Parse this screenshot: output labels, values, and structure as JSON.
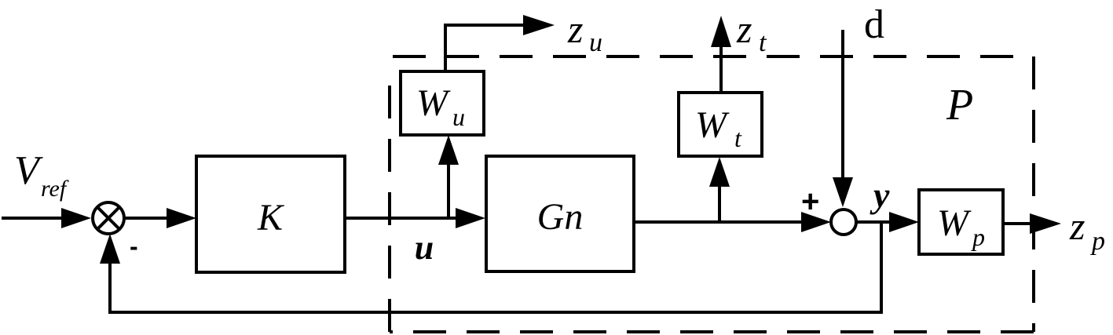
{
  "diagram": {
    "type": "control-block-diagram",
    "plant_boundary_label": "P",
    "blocks": {
      "controller": {
        "label": "K"
      },
      "nominal_plant": {
        "label": "Gn"
      },
      "weight_u": {
        "label": "W",
        "sub": "u"
      },
      "weight_t": {
        "label": "W",
        "sub": "t"
      },
      "weight_p": {
        "label": "W",
        "sub": "p"
      }
    },
    "signals": {
      "reference": {
        "label": "V",
        "sub": "ref"
      },
      "control": {
        "label": "u"
      },
      "output": {
        "label": "y"
      },
      "disturbance": {
        "label": "d"
      },
      "z_u": {
        "label": "z",
        "sub": "u"
      },
      "z_t": {
        "label": "z",
        "sub": "t"
      },
      "z_p": {
        "label": "z",
        "sub": "p"
      }
    },
    "junctions": {
      "error_sum": {
        "type": "multiplier-style summing junction",
        "feedback_sign": "-"
      },
      "disturbance_sum": {
        "type": "summing junction",
        "input_sign": "+"
      }
    },
    "edges": [
      {
        "from": "reference",
        "to": "error_sum"
      },
      {
        "from": "error_sum",
        "to": "controller"
      },
      {
        "from": "controller",
        "to": "nominal_plant",
        "signal": "u"
      },
      {
        "from": "control",
        "to": "weight_u"
      },
      {
        "from": "weight_u",
        "to": "z_u"
      },
      {
        "from": "nominal_plant",
        "to": "disturbance_sum"
      },
      {
        "from": "nominal_plant",
        "to": "weight_t"
      },
      {
        "from": "weight_t",
        "to": "z_t"
      },
      {
        "from": "disturbance",
        "to": "disturbance_sum"
      },
      {
        "from": "disturbance_sum",
        "to": "weight_p",
        "signal": "y"
      },
      {
        "from": "weight_p",
        "to": "z_p"
      },
      {
        "from": "output",
        "to": "error_sum",
        "feedback": true
      }
    ]
  }
}
